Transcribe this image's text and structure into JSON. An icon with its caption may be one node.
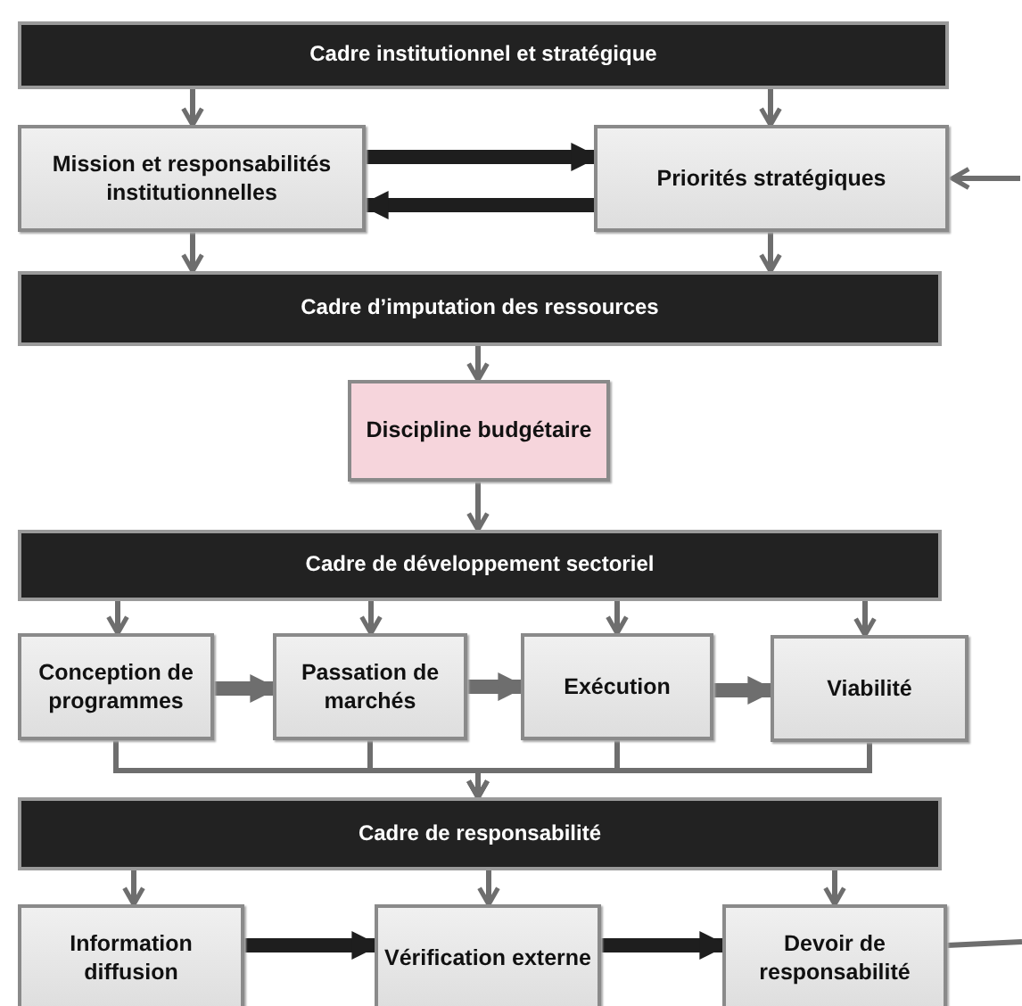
{
  "diagram": {
    "nodes": [
      {
        "text": [
          "Cadre institutionnel et stratégique"
        ]
      },
      {
        "text": [
          "Mission et responsabilités institutionnelles"
        ]
      },
      {
        "text": [
          "Priorités stratégiques"
        ]
      },
      {
        "text": [
          "Cadre d’imputation des ressources"
        ]
      },
      {
        "text": [
          "Discipline budgétaire"
        ]
      },
      {
        "text": [
          "Cadre de développement sectoriel"
        ]
      },
      {
        "text": [
          "Conception de programmes"
        ]
      },
      {
        "text": [
          "Passation de marchés"
        ]
      },
      {
        "text": [
          "Exécution"
        ]
      },
      {
        "text": [
          "Viabilité"
        ]
      },
      {
        "text": [
          "Cadre de responsabilité"
        ]
      },
      {
        "text": [
          "Information diffusion"
        ]
      },
      {
        "text": [
          "Vérification externe"
        ]
      },
      {
        "text": [
          "Devoir de responsabilité"
        ]
      }
    ],
    "edges": [
      {
        "from": 0,
        "to": 1,
        "arrow": "to"
      },
      {
        "from": 0,
        "to": 2,
        "arrow": "to"
      },
      {
        "from": 1,
        "to": 2,
        "arrow": "to",
        "style": "thick",
        "color": "#1e1e1e"
      },
      {
        "from": 2,
        "to": 1,
        "arrow": "to",
        "style": "thick",
        "color": "#1e1e1e"
      },
      {
        "from": null,
        "to": 2,
        "arrow": "to"
      },
      {
        "from": 1,
        "to": 3,
        "arrow": "to"
      },
      {
        "from": 2,
        "to": 3,
        "arrow": "to"
      },
      {
        "from": 3,
        "to": 4,
        "arrow": "to"
      },
      {
        "from": 4,
        "to": 5,
        "arrow": "to"
      },
      {
        "from": 5,
        "to": 6,
        "arrow": "to"
      },
      {
        "from": 5,
        "to": 7,
        "arrow": "to"
      },
      {
        "from": 5,
        "to": 8,
        "arrow": "to"
      },
      {
        "from": 5,
        "to": 9,
        "arrow": "to"
      },
      {
        "from": 6,
        "to": 7,
        "arrow": "to",
        "style": "thick"
      },
      {
        "from": 7,
        "to": 8,
        "arrow": "to",
        "style": "thick"
      },
      {
        "from": 8,
        "to": 9,
        "arrow": "to",
        "style": "thick"
      },
      {
        "from": 6,
        "to": 10,
        "arrow": "to"
      },
      {
        "from": 7,
        "to": 10,
        "arrow": "to"
      },
      {
        "from": 8,
        "to": 10,
        "arrow": "to"
      },
      {
        "from": 9,
        "to": 10,
        "arrow": "to"
      },
      {
        "from": 10,
        "to": 11,
        "arrow": "to"
      },
      {
        "from": 10,
        "to": 12,
        "arrow": "to"
      },
      {
        "from": 10,
        "to": 13,
        "arrow": "to"
      },
      {
        "from": 11,
        "to": 12,
        "arrow": "to",
        "style": "thick",
        "color": "#1e1e1e"
      },
      {
        "from": 12,
        "to": 13,
        "arrow": "to",
        "style": "thick",
        "color": "#1e1e1e"
      },
      {
        "from": 13,
        "to": null,
        "arrow": "none"
      }
    ]
  }
}
